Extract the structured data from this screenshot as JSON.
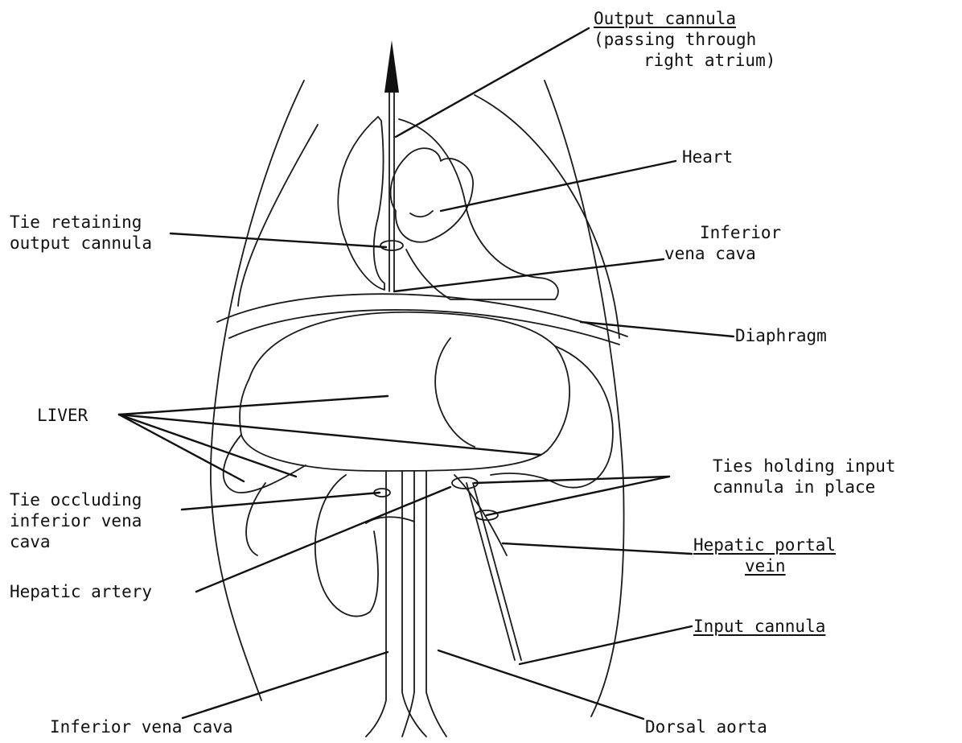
{
  "labels": {
    "output_cannula": "Output cannula",
    "output_cannula_note_1": "(passing through",
    "output_cannula_note_2": "right atrium)",
    "heart": "Heart",
    "tie_retaining_1": "Tie retaining",
    "tie_retaining_2": "output cannula",
    "ivc_upper_1": "Inferior",
    "ivc_upper_2": "vena cava",
    "diaphragm": "Diaphragm",
    "liver": "LIVER",
    "tie_occluding_1": "Tie occluding",
    "tie_occluding_2": "inferior vena",
    "tie_occluding_3": "cava",
    "ties_holding_1": "Ties holding input",
    "ties_holding_2": "cannula in place",
    "hepatic_portal_1": "Hepatic portal",
    "hepatic_portal_2": "vein",
    "hepatic_artery": "Hepatic artery",
    "input_cannula": "Input cannula",
    "ivc_lower": "Inferior vena cava",
    "dorsal_aorta": "Dorsal aorta"
  }
}
